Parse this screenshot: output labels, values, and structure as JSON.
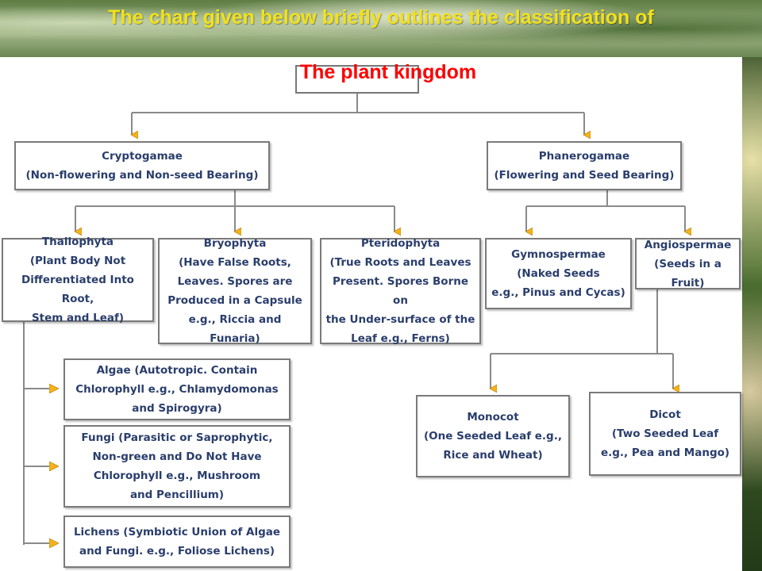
{
  "slide": {
    "title": "The chart given below briefly outlines the classification of",
    "subtitle": "The plant kingdom"
  },
  "nodes": {
    "cryptogamae": "Cryptogamae\n(Non-flowering and Non-seed Bearing)",
    "phanerogamae": "Phanerogamae\n(Flowering and Seed Bearing)",
    "thallophyta": "Thallophyta\n(Plant Body Not\nDifferentiated Into Root,\nStem and Leaf)",
    "bryophyta": "Bryophyta\n(Have False Roots,\nLeaves. Spores are\nProduced in a Capsule\ne.g., Riccia and Funaria)",
    "pteridophyta": "Pteridophyta\n(True Roots and Leaves\nPresent. Spores Borne on\nthe Under-surface of the\nLeaf e.g., Ferns)",
    "gymnospermae": "Gymnospermae\n(Naked Seeds\ne.g., Pinus and Cycas)",
    "angiospermae": "Angiospermae\n(Seeds in a Fruit)",
    "algae": "Algae (Autotropic. Contain\nChlorophyll e.g., Chlamydomonas\nand Spirogyra)",
    "fungi": "Fungi (Parasitic or Saprophytic,\nNon-green and Do Not Have\nChlorophyll e.g., Mushroom\nand Pencillium)",
    "lichens": "Lichens (Symbiotic Union of Algae\nand Fungi. e.g., Foliose Lichens)",
    "monocot": "Monocot\n(One Seeded Leaf e.g.,\nRice and Wheat)",
    "dicot": "Dicot\n(Two Seeded Leaf\ne.g., Pea and Mango)"
  },
  "colors": {
    "title": "#f2e11c",
    "subtitle": "#ff0000",
    "node_text": "#2a3e6c",
    "arrow": "#f5b21c",
    "connector": "#8a8a8a"
  }
}
